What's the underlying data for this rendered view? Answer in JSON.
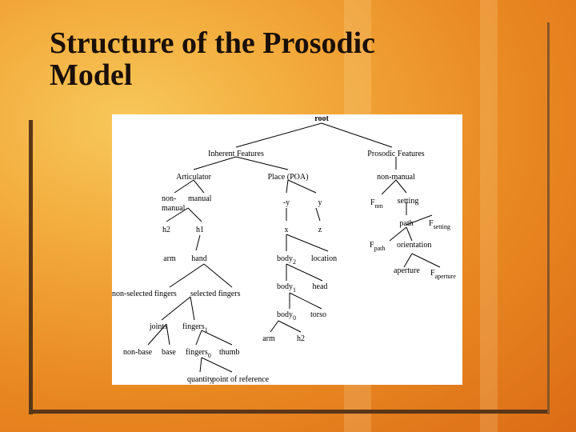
{
  "slide": {
    "title_line1": "Structure of the Prosodic",
    "title_line2": "Model"
  },
  "diagram": {
    "nodes": {
      "root": "root",
      "inherent": "Inherent Features",
      "prosodic": "Prosodic Features",
      "articulator": "Articulator",
      "place": "Place (POA)",
      "nonmanual_top": "non-manual",
      "nonmanual_a": "non-",
      "nonmanual_b": "manual",
      "manual": "manual",
      "neg_y": "-y",
      "y": "y",
      "fnm_base": "F",
      "fnm_sub": "nm",
      "setting": "setting",
      "x": "x",
      "z": "z",
      "path": "path",
      "fsetting_base": "F",
      "fsetting_sub": "setting",
      "h2_top": "h2",
      "h1": "h1",
      "fpath_base": "F",
      "fpath_sub": "path",
      "orientation": "orientation",
      "arm_top": "arm",
      "hand": "hand",
      "body2_base": "body",
      "body2_sub": "2",
      "location": "location",
      "aperture": "aperture",
      "faperture_base": "F",
      "faperture_sub": "aperture",
      "nonselected": "non-selected fingers",
      "selected": "selected fingers",
      "body1_base": "body",
      "body1_sub": "1",
      "head": "head",
      "body0_base": "body",
      "body0_sub": "0",
      "torso": "torso",
      "joints": "joints",
      "fingers1_base": "fingers",
      "fingers1_sub": "1",
      "arm_bottom": "arm",
      "h2_bottom": "h2",
      "nonbase": "non-base",
      "base": "base",
      "fingers0_base": "fingers",
      "fingers0_sub": "0",
      "thumb": "thumb",
      "quantity": "quantity",
      "pointref": "point of reference"
    }
  }
}
